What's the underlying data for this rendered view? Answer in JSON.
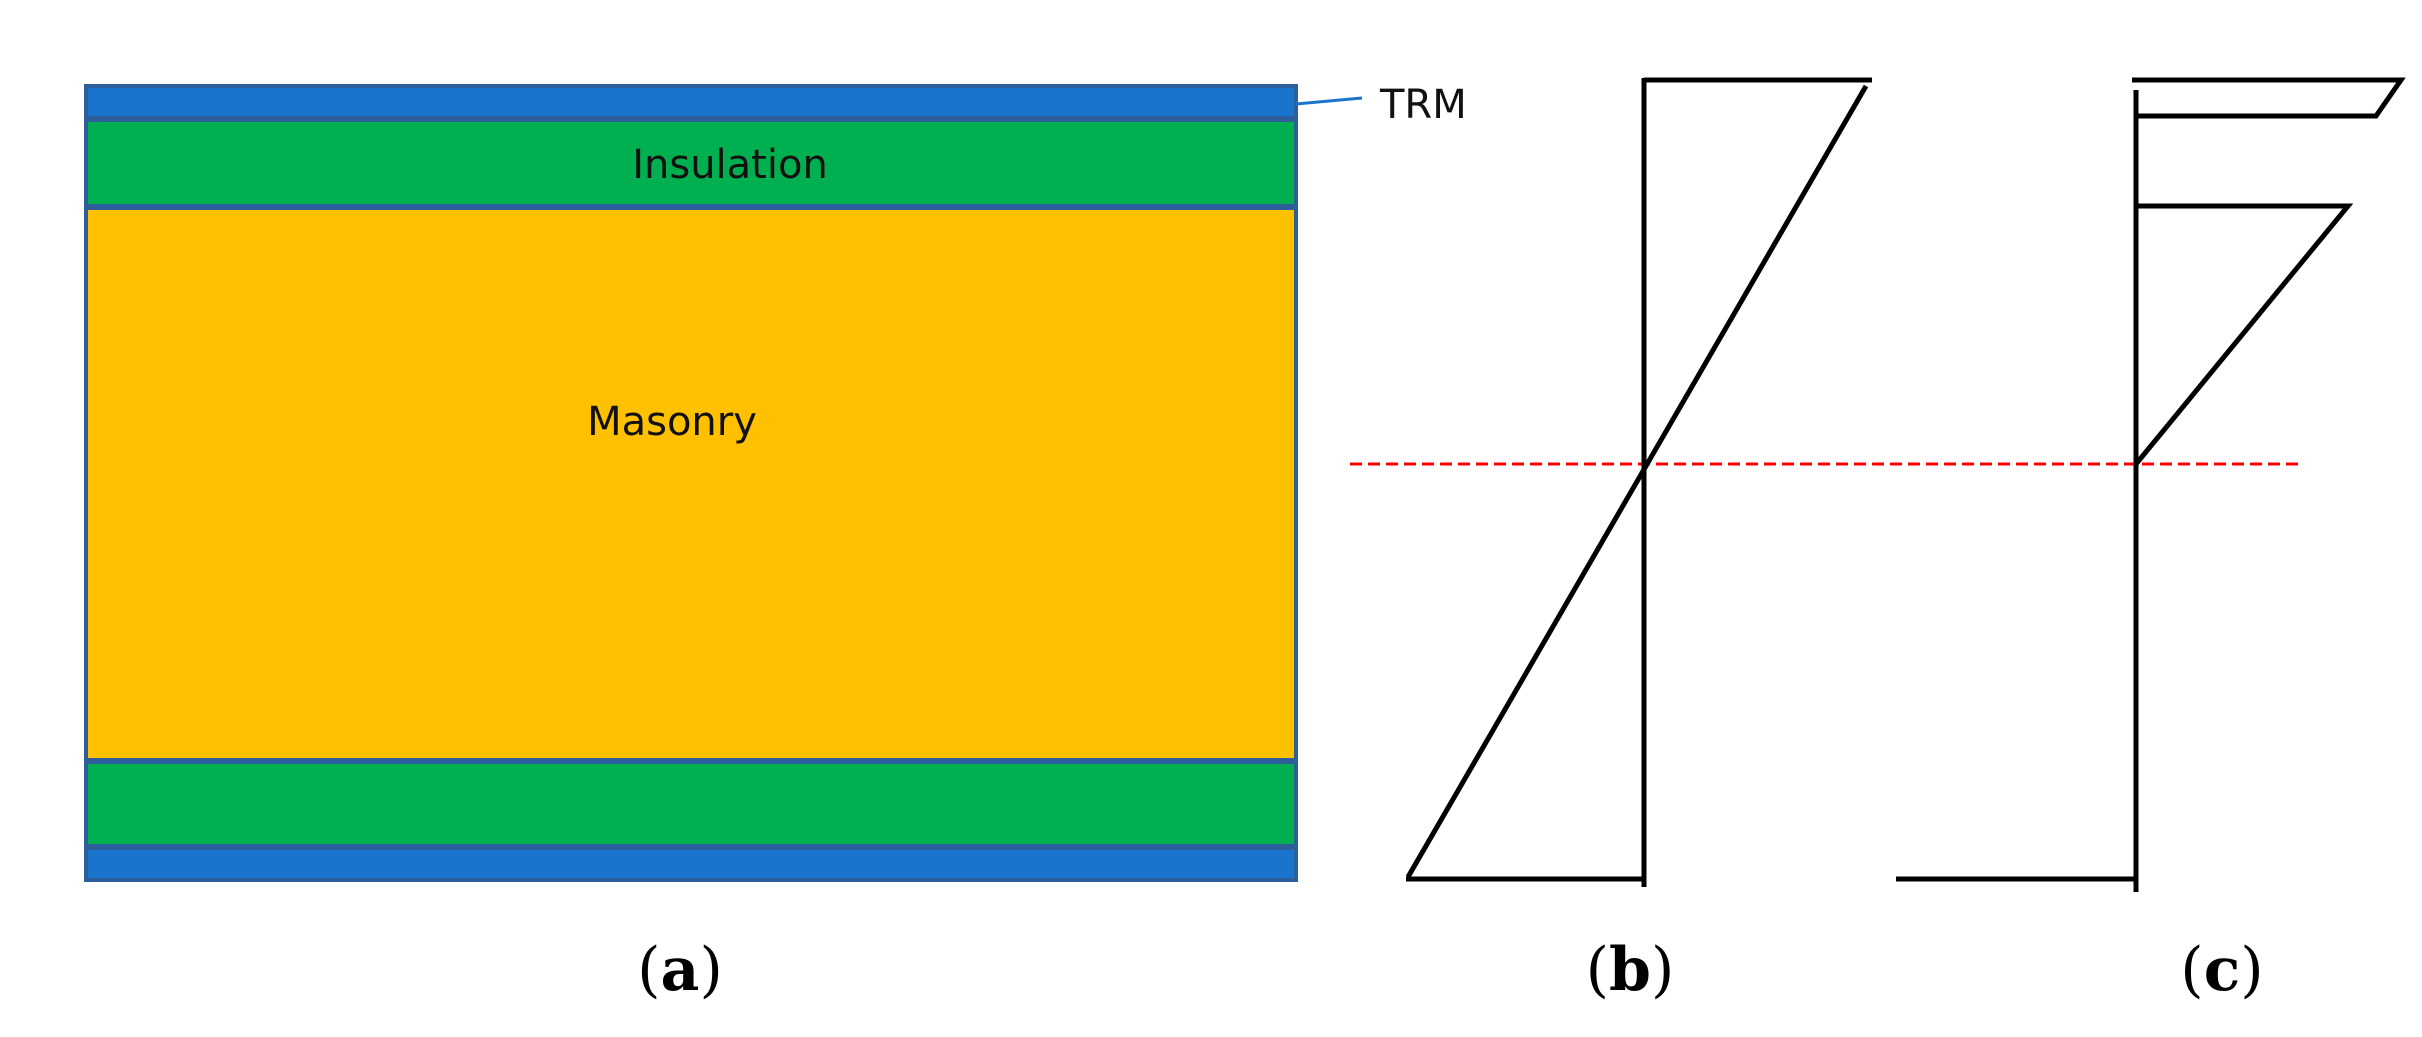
{
  "colors": {
    "trm": "#1874cd",
    "insulation": "#00b050",
    "masonry": "#ffc000",
    "border": "#2e5f9c",
    "stroke": "#000000",
    "neutral_axis": "#ff0000"
  },
  "panel_a": {
    "layers": {
      "insulation_label": "Insulation",
      "masonry_label": "Masonry",
      "trm_callout": "TRM"
    },
    "caption_open": "(",
    "caption_letter": "a",
    "caption_close": ")"
  },
  "panel_b": {
    "caption_open": "(",
    "caption_letter": "b",
    "caption_close": ")"
  },
  "panel_c": {
    "caption_open": "(",
    "caption_letter": "c",
    "caption_close": ")"
  }
}
